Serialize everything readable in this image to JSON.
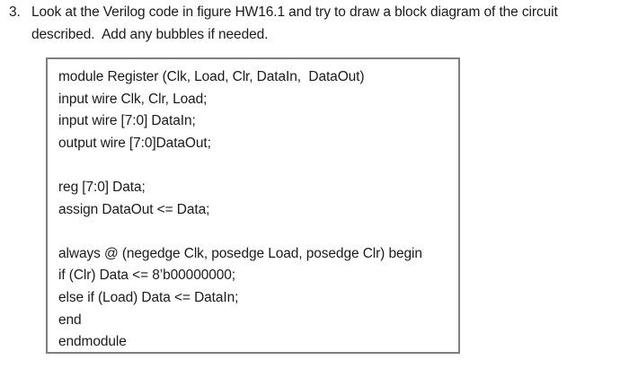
{
  "question": {
    "number": "3.",
    "lines": [
      "Look at the Verilog code in figure HW16.1 and try to draw a block diagram of the circuit",
      "described.  Add any bubbles if needed."
    ]
  },
  "code_box": {
    "border_color": "#7f7f7f",
    "lines": [
      "module Register (Clk, Load, Clr, DataIn,  DataOut)",
      "input wire Clk, Clr, Load;",
      "input wire [7:0] DataIn;",
      "output wire [7:0]DataOut;",
      "",
      "reg [7:0] Data;",
      "assign DataOut <= Data;",
      "",
      "always @ (negedge Clk, posedge Load, posedge Clr) begin",
      "if (Clr) Data <= 8’b00000000;",
      "else if (Load) Data <= DataIn;",
      "end",
      "endmodule"
    ]
  }
}
